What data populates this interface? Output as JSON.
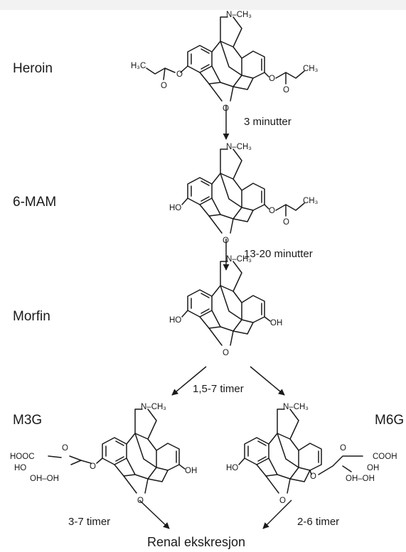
{
  "stages": [
    {
      "id": "heroin",
      "label": "Heroin",
      "groups": {
        "left": "H₃C",
        "right": "CH₃",
        "n": "N–CH₃"
      }
    },
    {
      "id": "6mam",
      "label": "6-MAM",
      "groups": {
        "left": "HO",
        "right": "CH₃",
        "n": "N–CH₃"
      }
    },
    {
      "id": "morfin",
      "label": "Morfin",
      "groups": {
        "left": "HO",
        "right": "OH",
        "n": "N–CH₃"
      }
    },
    {
      "id": "m3g",
      "label": "M3G",
      "groups": {
        "g1": "HOOC",
        "g2": "HO",
        "g3": "OH–OH",
        "right": "OH",
        "n": "N–CH₃"
      }
    },
    {
      "id": "m6g",
      "label": "M6G",
      "groups": {
        "left": "HO",
        "g1": "COOH",
        "g2": "OH",
        "g3": "OH–OH",
        "n": "N–CH₃"
      }
    }
  ],
  "transitions": [
    {
      "from": "heroin",
      "to": "6mam",
      "time": "3 minutter"
    },
    {
      "from": "6mam",
      "to": "morfin",
      "time": "13-20 minutter"
    },
    {
      "from": "morfin",
      "to": "m3g,m6g",
      "time": "1,5-7 timer"
    },
    {
      "from": "m3g",
      "to": "renal",
      "time": "3-7 timer"
    },
    {
      "from": "m6g",
      "to": "renal",
      "time": "2-6 timer"
    }
  ],
  "atoms": {
    "oxygen": "O"
  },
  "final": "Renal ekskresjon"
}
